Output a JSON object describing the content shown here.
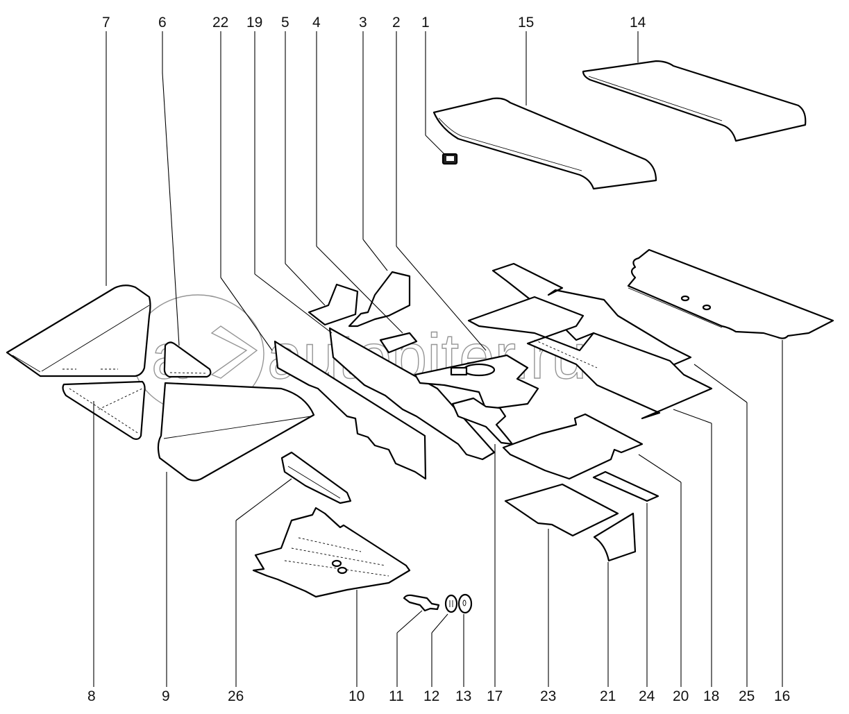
{
  "diagram": {
    "type": "exploded-parts-diagram",
    "subject": "Interior insulation / floor trim parts",
    "watermark": "autopiter.ru",
    "callouts_top": [
      {
        "id": "7",
        "label": "7"
      },
      {
        "id": "6",
        "label": "6"
      },
      {
        "id": "22",
        "label": "22"
      },
      {
        "id": "19",
        "label": "19"
      },
      {
        "id": "5",
        "label": "5"
      },
      {
        "id": "4",
        "label": "4"
      },
      {
        "id": "3",
        "label": "3"
      },
      {
        "id": "2",
        "label": "2"
      },
      {
        "id": "1",
        "label": "1"
      },
      {
        "id": "15",
        "label": "15"
      },
      {
        "id": "14",
        "label": "14"
      }
    ],
    "callouts_bottom": [
      {
        "id": "8",
        "label": "8"
      },
      {
        "id": "9",
        "label": "9"
      },
      {
        "id": "26",
        "label": "26"
      },
      {
        "id": "10",
        "label": "10"
      },
      {
        "id": "11",
        "label": "11"
      },
      {
        "id": "12",
        "label": "12"
      },
      {
        "id": "13",
        "label": "13"
      },
      {
        "id": "17",
        "label": "17"
      },
      {
        "id": "23",
        "label": "23"
      },
      {
        "id": "21",
        "label": "21"
      },
      {
        "id": "24",
        "label": "24"
      },
      {
        "id": "20",
        "label": "20"
      },
      {
        "id": "18",
        "label": "18"
      },
      {
        "id": "25",
        "label": "25"
      },
      {
        "id": "16",
        "label": "16"
      }
    ]
  }
}
